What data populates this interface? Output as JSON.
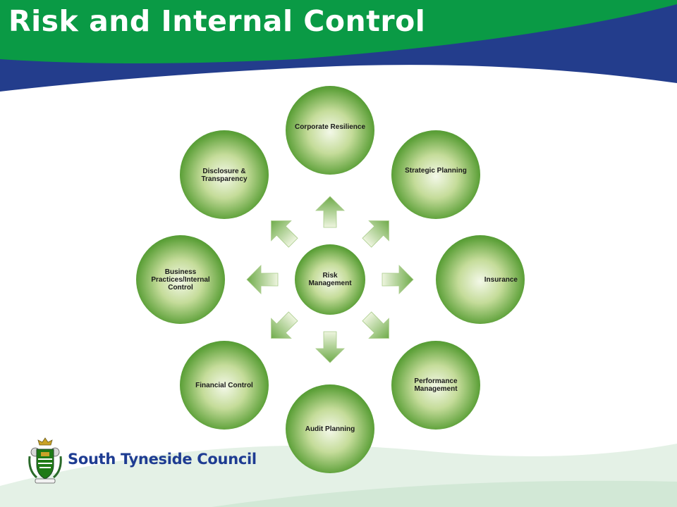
{
  "slide": {
    "title": "Risk and Internal Control",
    "colors": {
      "header_green": "#0a9a45",
      "header_blue": "#233d8c",
      "node_dark": "#1f7a16",
      "node_light": "#f3f8e8",
      "text_blue": "#1e3c92"
    }
  },
  "diagram": {
    "center": "Risk Management",
    "nodes": [
      "Corporate Resilience",
      "Strategic Planning",
      "Insurance",
      "Performance Management",
      "Audit Planning",
      "Financial Control",
      "Business Practices/Internal Control",
      "Disclosure & Transparency"
    ]
  },
  "footer": {
    "organisation": "South Tyneside Council",
    "logo_icon": "council-crest-icon"
  }
}
